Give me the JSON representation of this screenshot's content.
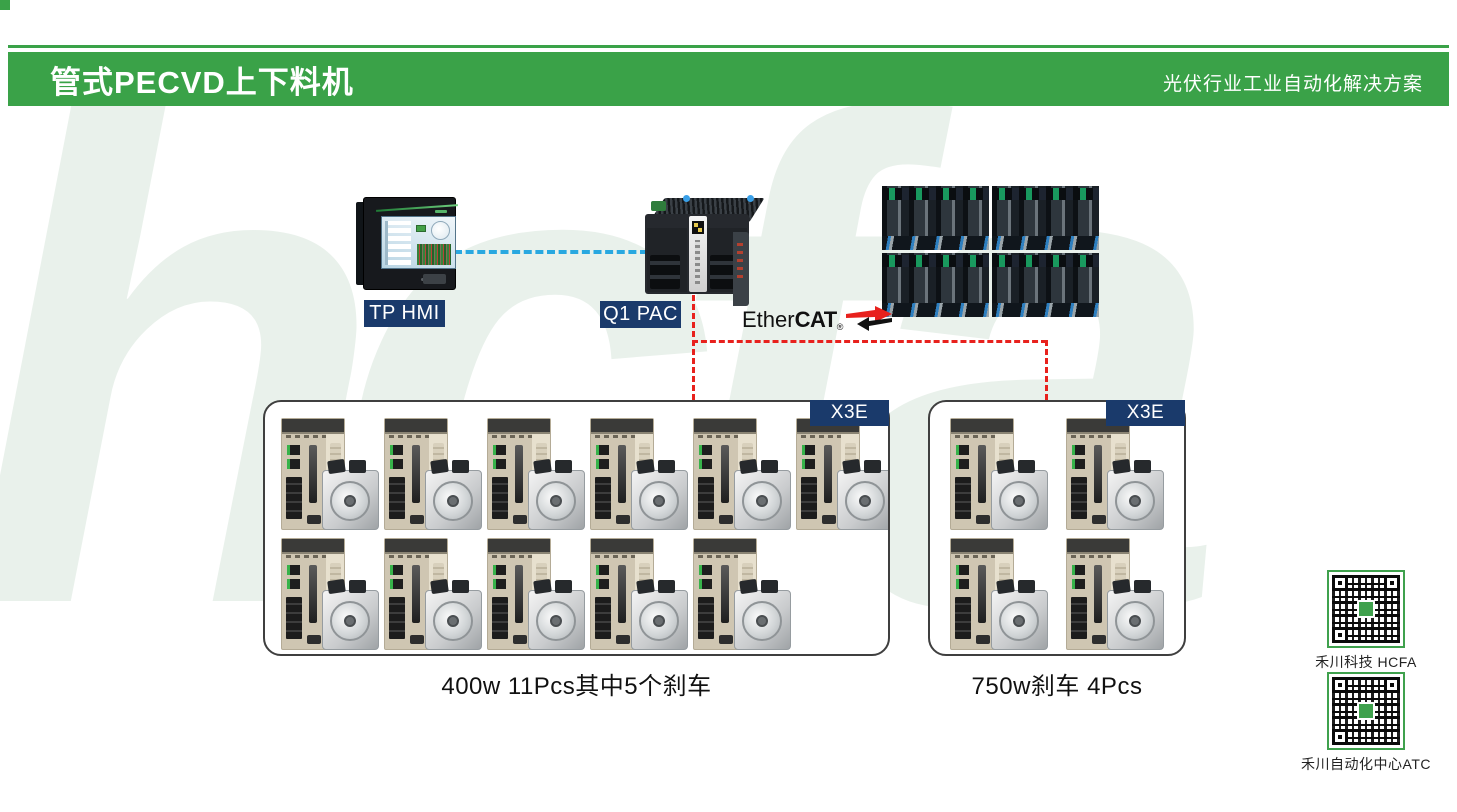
{
  "header": {
    "title": "管式PECVD上下料机",
    "subtitle": "光伏行业工业自动化解决方案"
  },
  "devices": {
    "hmi": {
      "label": "TP HMI"
    },
    "pac": {
      "label": "Q1 PAC"
    },
    "ethercat": {
      "brand_regular": "Ether",
      "brand_bold": "CAT",
      "registered": "®"
    }
  },
  "drive_groups": [
    {
      "label": "X3E",
      "caption": "400w 11Pcs其中5个刹车",
      "rows": [
        6,
        5
      ]
    },
    {
      "label": "X3E",
      "caption": "750w刹车 4Pcs",
      "rows": [
        2,
        2
      ]
    }
  ],
  "qr_codes": [
    {
      "label": "禾川科技 HCFA"
    },
    {
      "label": "禾川自动化中心ATC"
    }
  ],
  "watermark": {
    "text": "hcfa"
  },
  "colors": {
    "green": "#3aa248",
    "navy": "#1a3a6b",
    "red": "#e8211d",
    "blue": "#29a8e0",
    "qr-green": "#3fa14d"
  }
}
